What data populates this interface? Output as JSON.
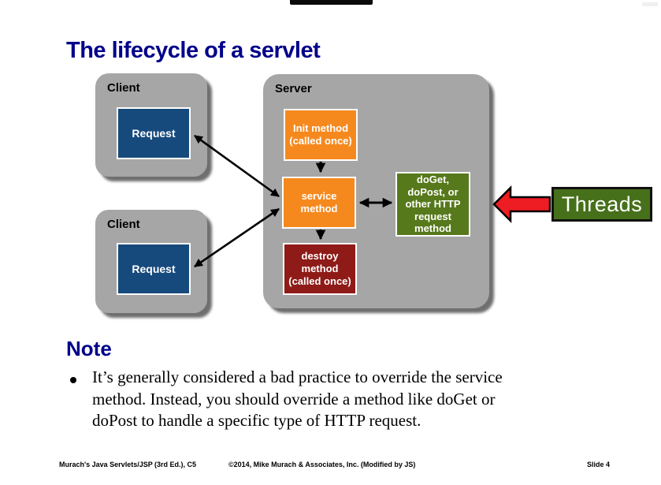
{
  "title": "The lifecycle of a servlet",
  "diagram": {
    "client1": {
      "label": "Client",
      "request": "Request"
    },
    "client2": {
      "label": "Client",
      "request": "Request"
    },
    "server": {
      "label": "Server",
      "init": "Init method\n(called once)",
      "service": "service\nmethod",
      "destroy": "destroy\nmethod\n(called once)",
      "doget": "doGet,\ndoPost, or\nother HTTP\nrequest\nmethod"
    },
    "threads_label": "Threads",
    "colors": {
      "container_gray": "#a6a6a6",
      "request_navy": "#174a7c",
      "method_orange": "#f6891e",
      "destroy_maroon": "#8e1b17",
      "doget_green": "#56791b",
      "threads_green": "#46701a",
      "threads_arrow_red": "#ee1c23",
      "heading_navy": "#00008b"
    }
  },
  "note": {
    "heading": "Note",
    "bullet_text": "It’s generally considered a bad practice to override the service\nmethod. Instead, you should override a method like doGet or\ndoPost to handle a specific type of HTTP request."
  },
  "footer": {
    "left": "Murach's Java Servlets/JSP (3rd Ed.), C5",
    "center": "©2014, Mike Murach & Associates, Inc. (Modified by JS)",
    "right": "Slide 4"
  }
}
